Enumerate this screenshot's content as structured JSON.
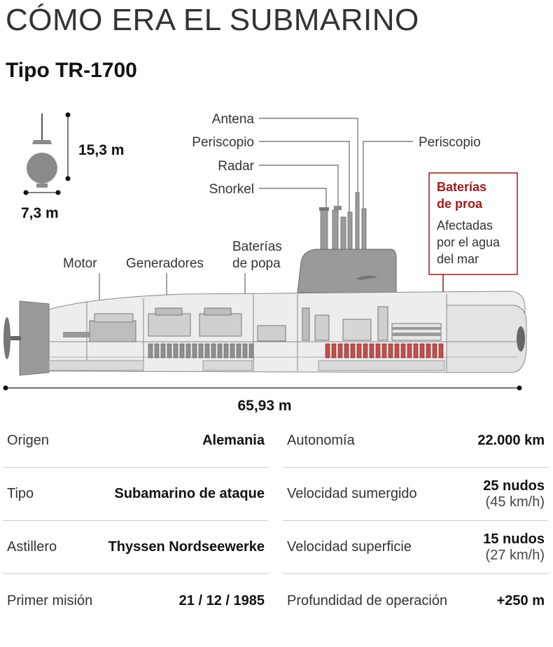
{
  "title": "CÓMO ERA EL SUBMARINO",
  "subtitle": "Tipo TR-1700",
  "dimensions": {
    "height": "15,3 m",
    "width": "7,3 m",
    "length": "65,93 m"
  },
  "labels": {
    "antena": "Antena",
    "periscopio_left": "Periscopio",
    "periscopio_right": "Periscopio",
    "radar": "Radar",
    "snorkel": "Snorkel",
    "motor": "Motor",
    "generadores": "Generadores",
    "baterias_popa_1": "Baterías",
    "baterias_popa_2": "de popa"
  },
  "annotation": {
    "title_1": "Baterías",
    "title_2": "de proa",
    "text_1": "Afectadas",
    "text_2": "por el agua",
    "text_3": "del mar",
    "accent_color": "#9b1b1b"
  },
  "specs_left": [
    {
      "key": "Origen",
      "value": "Alemania"
    },
    {
      "key": "Tipo",
      "value": "Subamarino de ataque"
    },
    {
      "key": "Astillero",
      "value": "Thyssen Nordseewerke"
    },
    {
      "key": "Primer misión",
      "value": "21 / 12 / 1985"
    }
  ],
  "specs_right": [
    {
      "key": "Autonomía",
      "value": "22.000 km"
    },
    {
      "key": "Velocidad sumergido",
      "value": "25 nudos",
      "sub": "(45 km/h)"
    },
    {
      "key": "Velocidad superficie",
      "value": "15 nudos",
      "sub": "(27 km/h)"
    },
    {
      "key": "Profundidad de operación",
      "value": "+250 m"
    }
  ]
}
